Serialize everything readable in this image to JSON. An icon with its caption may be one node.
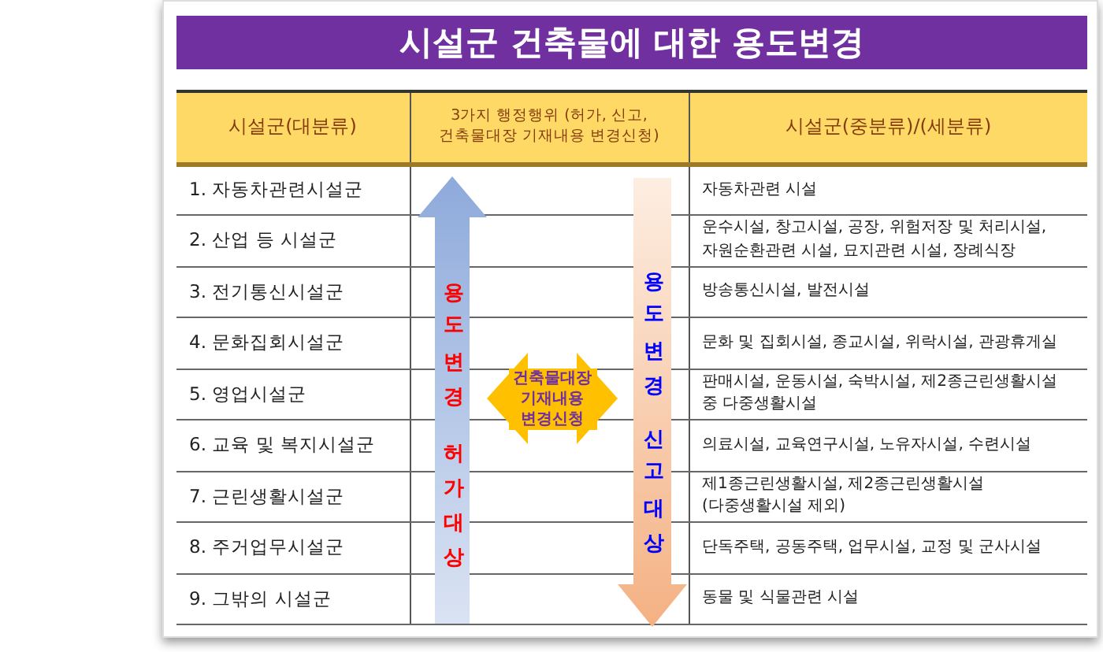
{
  "diagram": {
    "title": "시설군 건축물에 대한 용도변경",
    "nodes": [
      {
        "text": [
          "용도변경",
          "허가대상"
        ]
      },
      {
        "text": [
          "용도변경",
          "신고대상"
        ]
      }
    ],
    "edges": [
      {
        "from": 0,
        "to": 1,
        "arrow": "both",
        "label": "건축물대장 기재내용 변경신청"
      }
    ],
    "labels": [
      "시설군(대분류)",
      "3가지 행정행위 (허가, 신고, 건축물대장 기재내용 변경신청)",
      "시설군(중분류)/(세분류)",
      "1. 자동차관련시설군",
      "자동차관련 시설",
      "2. 산업 등 시설군",
      "운수시설, 창고시설, 공장, 위험저장 및 처리시설, 자원순환관련 시설, 묘지관련 시설, 장례식장",
      "3. 전기통신시설군",
      "방송통신시설, 발전시설",
      "4. 문화집회시설군",
      "문화 및 집회시설, 종교시설, 위락시설, 관광휴게실",
      "5. 영업시설군",
      "판매시설, 운동시설, 숙박시설, 제2종근린생활시설 중 다중생활시설",
      "6. 교육 및 복지시설군",
      "의료시설, 교육연구시설, 노유자시설, 수련시설",
      "7. 근린생활시설군",
      "제1종근린생활시설, 제2종근린생활시설 (다중생활시설 제외)",
      "8. 주거업무시설군",
      "단독주택, 공동주택, 업무시설, 교정 및 군사시설",
      "9. 그밖의 시설군",
      "동물 및 식물관련 시설"
    ]
  }
}
